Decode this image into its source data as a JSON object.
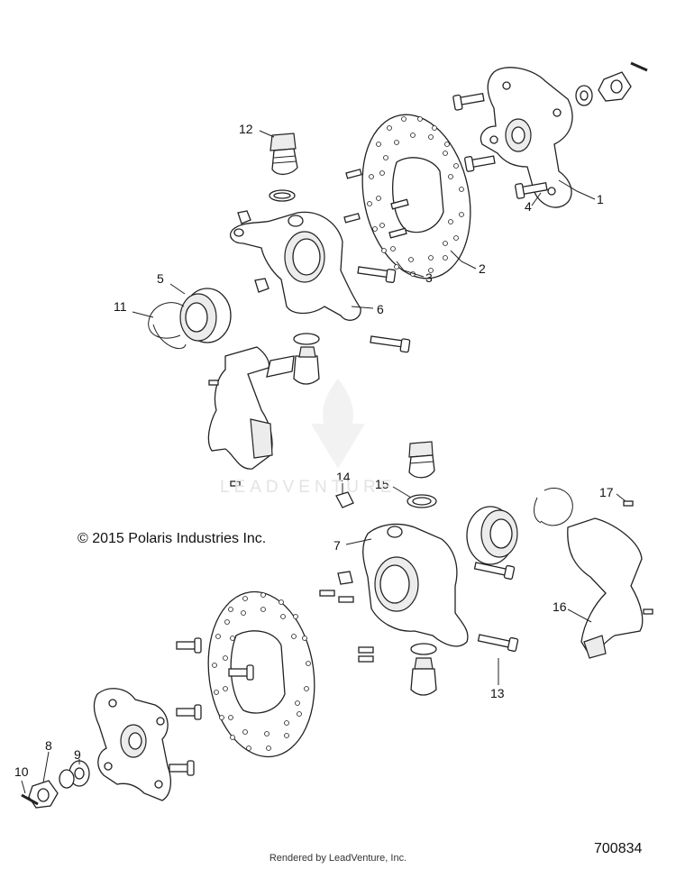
{
  "copyright": "© 2015 Polaris Industries Inc.",
  "diagram_id": "700834",
  "rendered_by": "Rendered by LeadVenture, Inc.",
  "watermark": "LEADVENTURE",
  "callouts": {
    "c1": "1",
    "c2": "2",
    "c3": "3",
    "c4": "4",
    "c5": "5",
    "c6": "6",
    "c7": "7",
    "c8": "8",
    "c9": "9",
    "c10": "10",
    "c11": "11",
    "c12": "12",
    "c13": "13",
    "c14": "14",
    "c15": "15",
    "c16": "16",
    "c17": "17"
  }
}
